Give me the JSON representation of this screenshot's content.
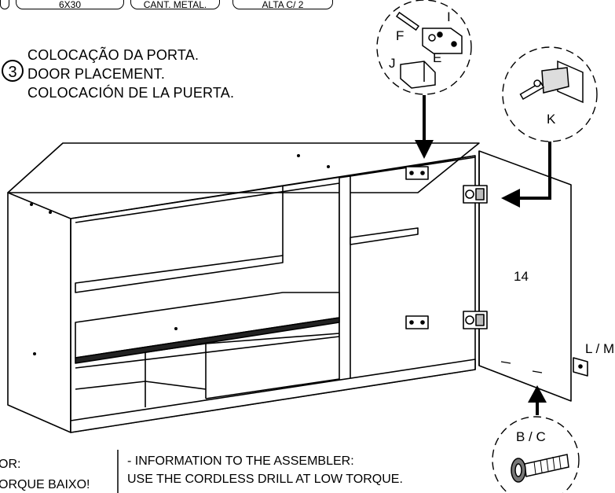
{
  "header_pills": [
    "6X30",
    "CANT. METAL.",
    "ALTA C/ 2"
  ],
  "step": {
    "number": "3",
    "title_pt": "COLOCAÇÃO DA PORTA.",
    "title_en": "DOOR PLACEMENT.",
    "title_es": "COLOCACIÓN DE LA PUERTA."
  },
  "callouts": {
    "hinge_plate": [
      "F",
      "I",
      "E",
      "J"
    ],
    "hinge": "K",
    "screw": "B / C"
  },
  "part_labels": {
    "door_number": "14",
    "handle": "L / M"
  },
  "notes": {
    "left_line1": "OR:",
    "left_line2": "ORQUE BAIXO!",
    "right_line1": "- INFORMATION TO THE ASSEMBLER:",
    "right_line2": "USE THE CORDLESS DRILL AT LOW TORQUE."
  }
}
